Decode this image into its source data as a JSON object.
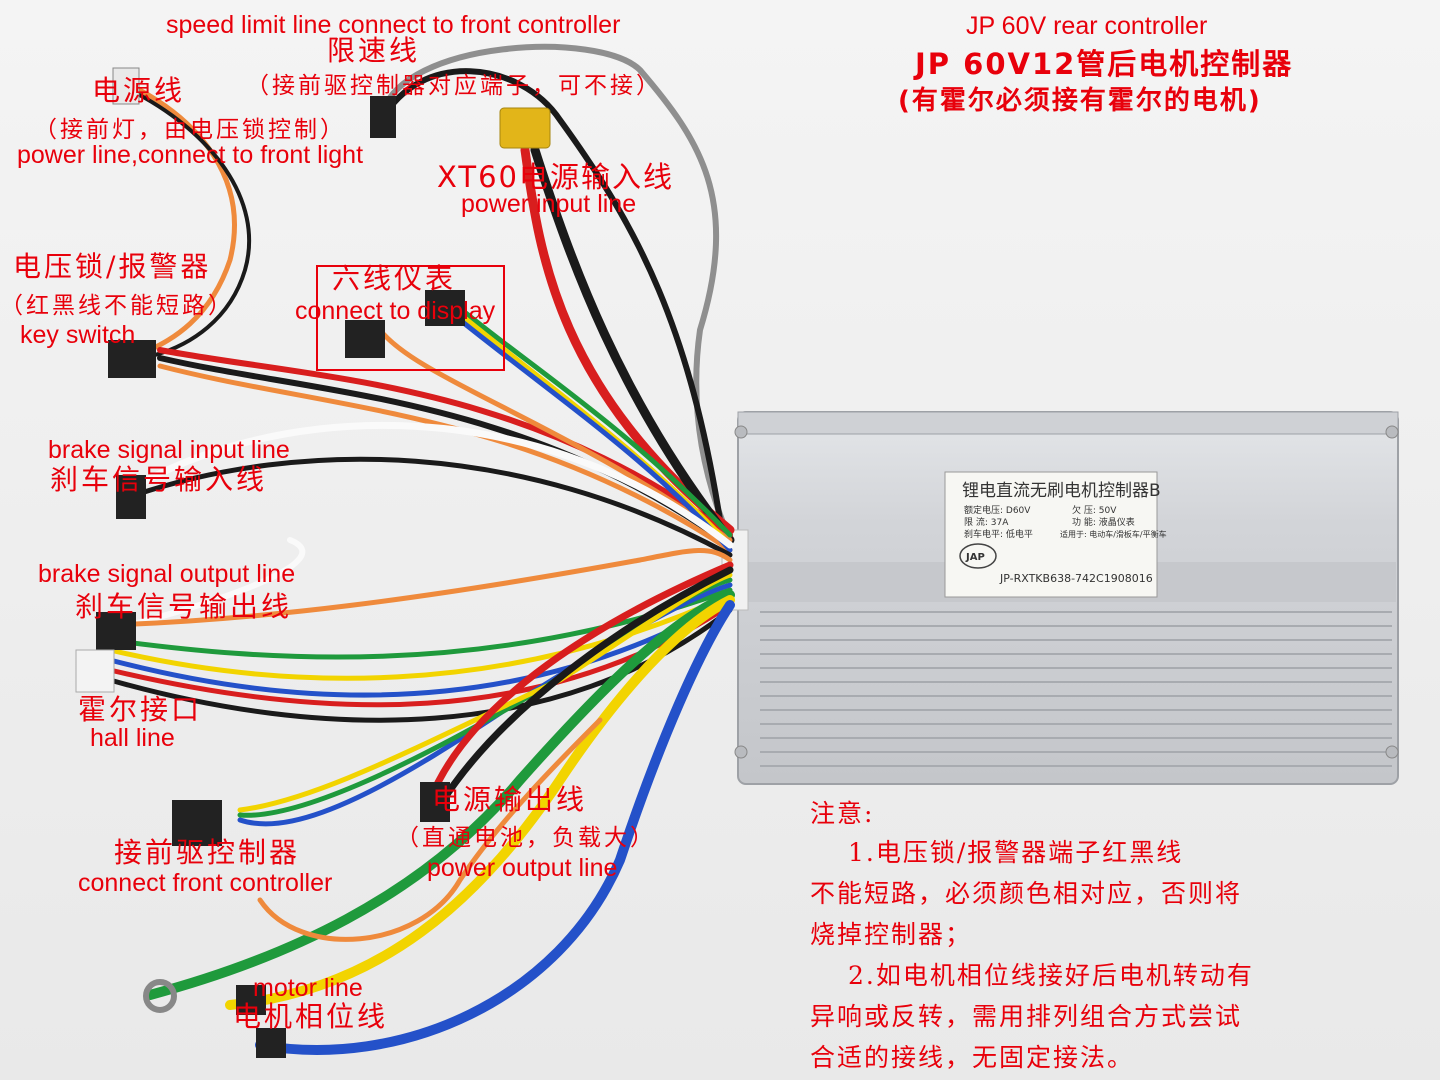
{
  "header": {
    "title_en": "JP 60V rear controller",
    "title_cn": "JP 60V12管后电机控制器",
    "subtitle_cn": "(有霍尔必须接有霍尔的电机)"
  },
  "labels": {
    "speed_limit_en": "speed limit line connect to front controller",
    "speed_limit_cn": "限速线",
    "speed_limit_note": "（接前驱控制器对应端子，可不接）",
    "power_line_cn": "电源线",
    "power_line_note": "（接前灯，由电压锁控制）",
    "power_line_en": "power line,connect to front light",
    "xt60_cn": "XT60电源输入线",
    "power_input_en": "power input line",
    "key_switch_cn": "电压锁/报警器",
    "key_switch_note": "（红黑线不能短路）",
    "key_switch_en": "key switch",
    "display_cn": "六线仪表",
    "display_en": "connect to display",
    "brake_in_en": "brake signal input line",
    "brake_in_cn": "刹车信号输入线",
    "brake_out_en": "brake signal output line",
    "brake_out_cn": "刹车信号输出线",
    "hall_cn": "霍尔接口",
    "hall_en": "hall line",
    "power_out_cn": "电源输出线",
    "power_out_note": "（直通电池，负载大）",
    "power_out_en": "power output line",
    "front_ctrl_cn": "接前驱控制器",
    "front_ctrl_en": "connect front controller",
    "motor_en": "motor line",
    "motor_cn": "电机相位线"
  },
  "controller_plate": {
    "title": "锂电直流无刷电机控制器B",
    "row1_left": "额定电压: D60V",
    "row1_right": "欠    压: 50V",
    "row2_left": "限    流: 37A",
    "row2_right": "功    能: 液晶仪表",
    "row3_left": "刹车电平: 低电平",
    "row3_right": "适用于: 电动车/滑板车/平衡车",
    "logo": "JAP",
    "serial": "JP-RXTKB638-742C1908016"
  },
  "notes": {
    "heading": "注意:",
    "line1": "1.电压锁/报警器端子红黑线",
    "line2": "不能短路，必须颜色相对应，否则将",
    "line3": "烧掉控制器；",
    "line4": "2.如电机相位线接好后电机转动有",
    "line5": "异响或反转，需用排列组合方式尝试",
    "line6": "合适的接线，无固定接法。"
  },
  "colors": {
    "label_red": "#e8000b",
    "wire_red": "#d81e1e",
    "wire_black": "#1a1a1a",
    "wire_orange": "#ef8a3c",
    "wire_yellow": "#f2d400",
    "wire_green": "#1f9a3c",
    "wire_blue": "#2451c9",
    "wire_white": "#fafafa",
    "wire_gray": "#a9a9a9",
    "xt60_yellow": "#e2b519",
    "housing": "#d7d9dc"
  }
}
